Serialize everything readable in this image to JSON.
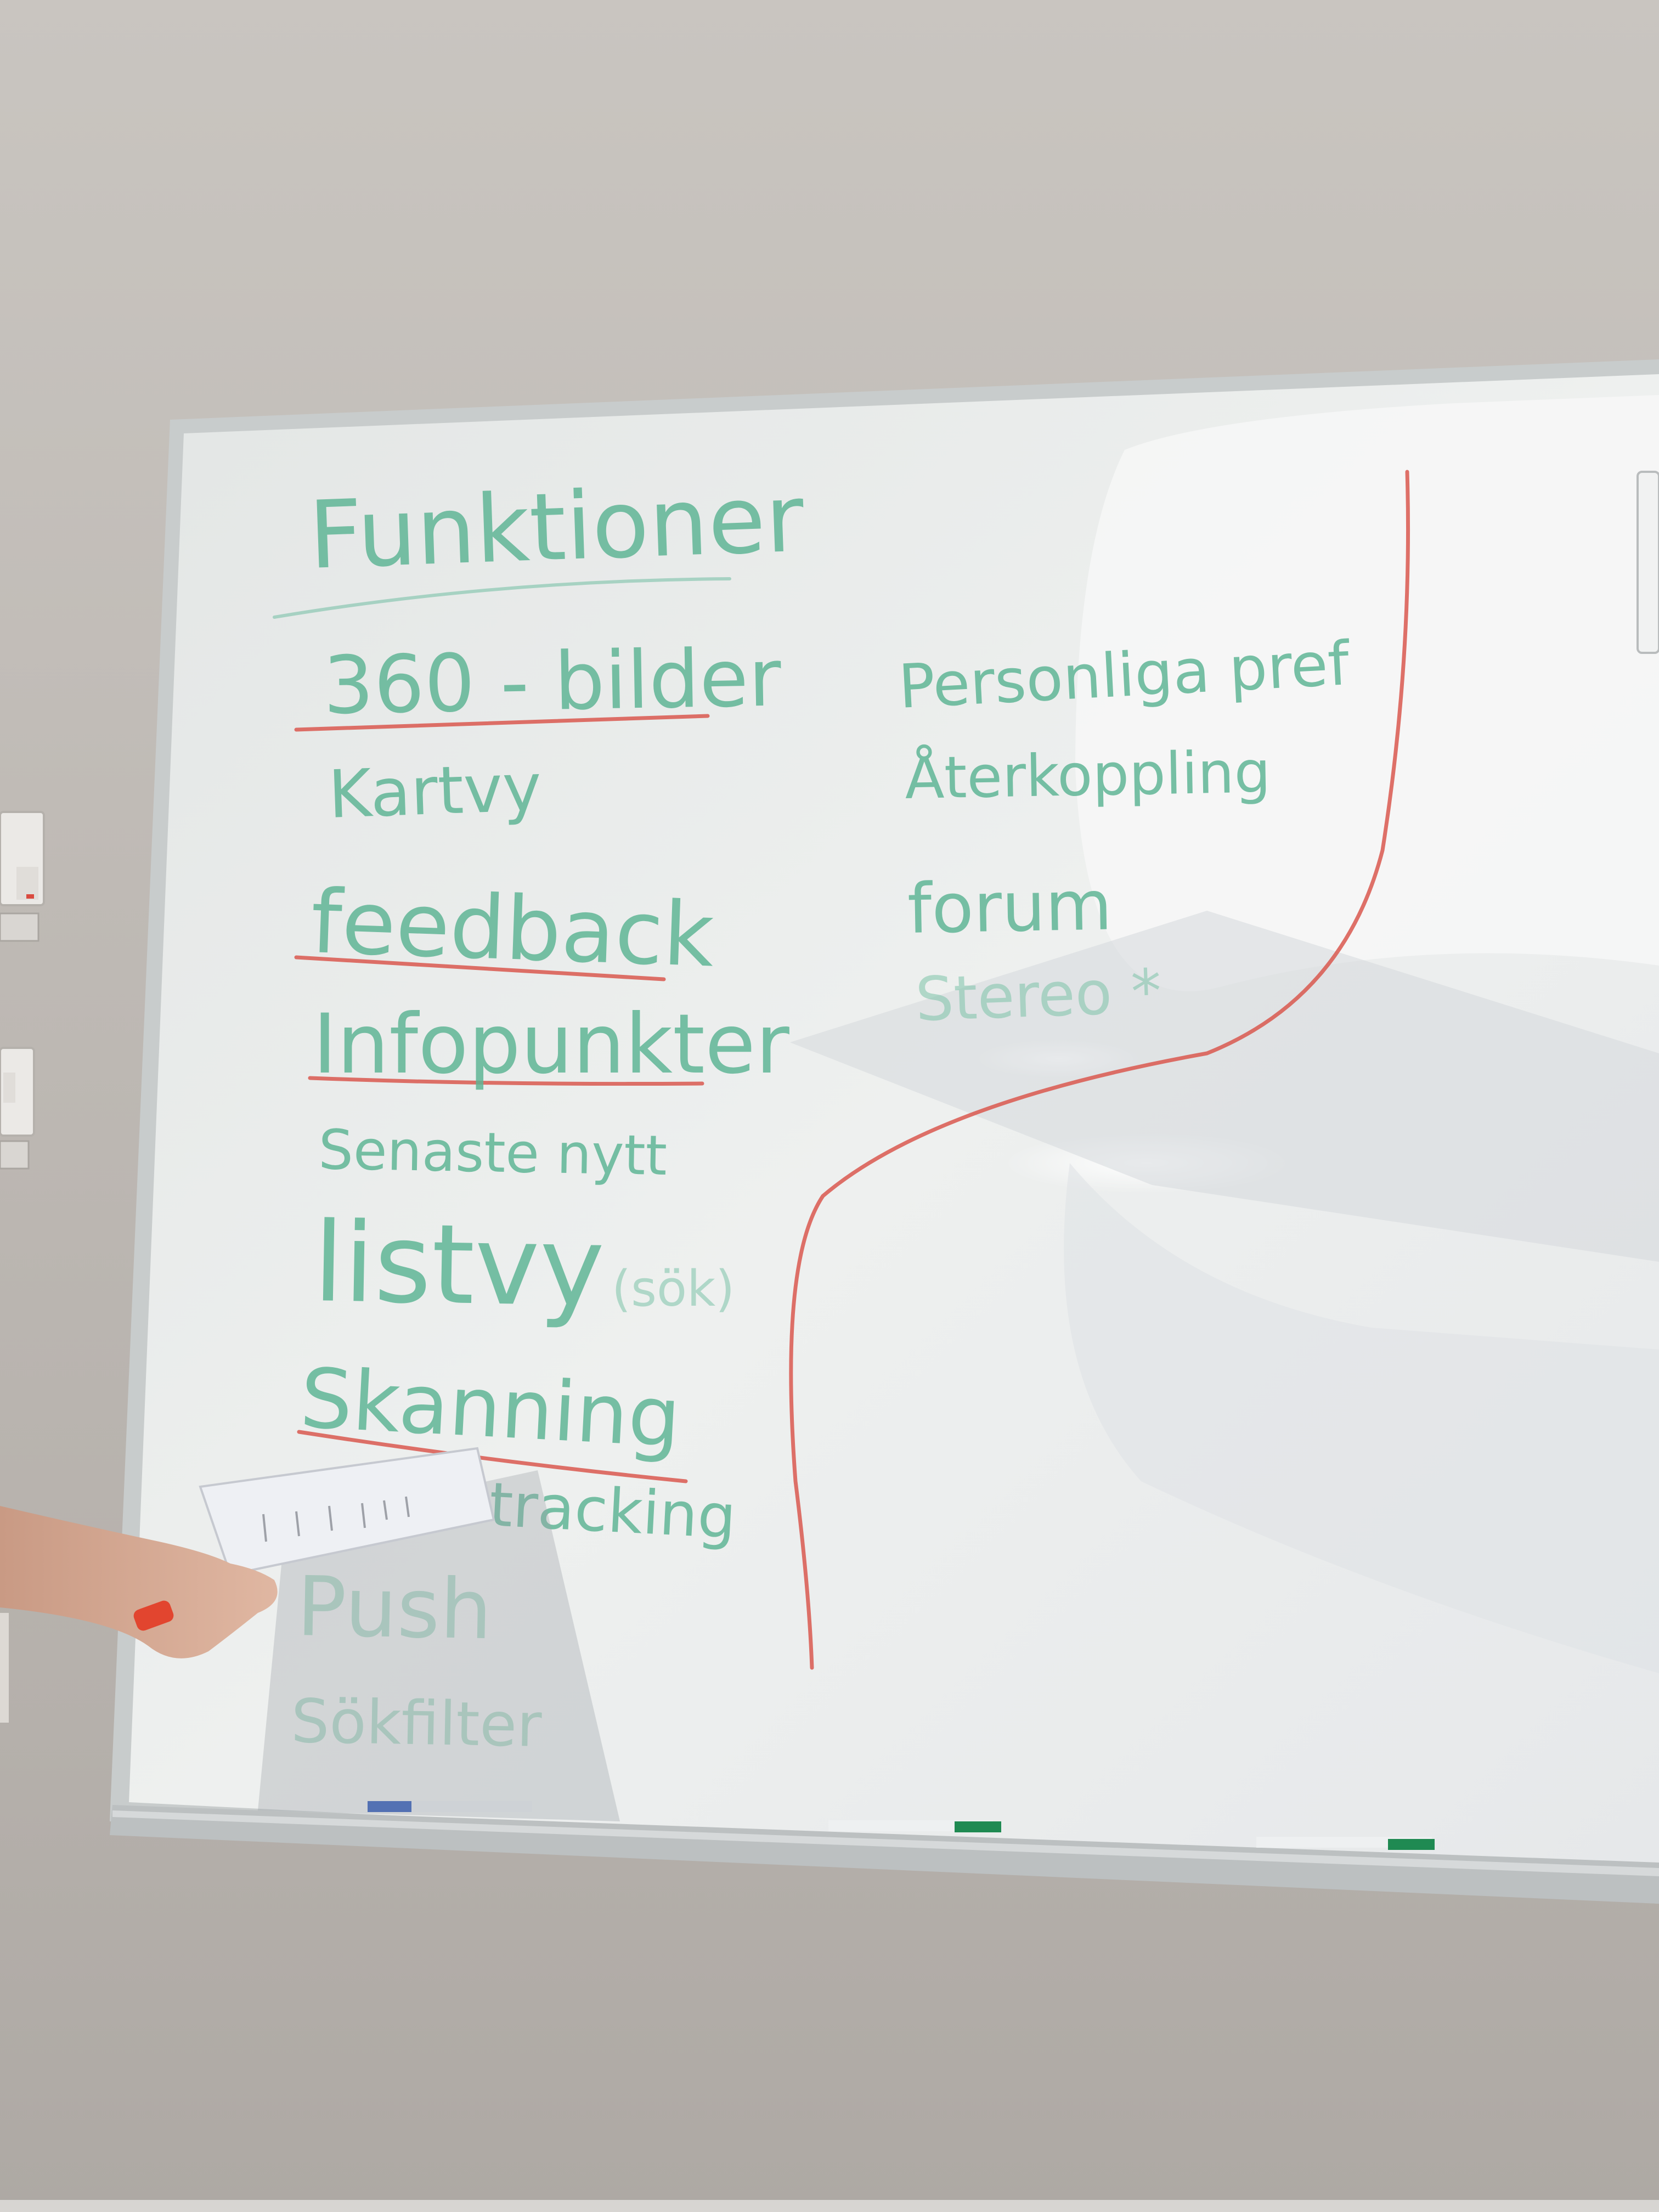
{
  "colors": {
    "wall": "#c2bdb8",
    "board": "#eceeed",
    "frame": "#c8cccc",
    "marker_green": "#5fb595",
    "marker_red": "#d9584f",
    "tray_blue": "#2b57b8",
    "tray_green": "#1f8a52"
  },
  "whiteboard": {
    "heading": "Funktioner",
    "left_column": [
      "360 - bilder",
      "Kartvy",
      "feedback",
      "Infopunkter",
      "Senaste nytt",
      "listvy",
      "(sök)",
      "Skanning",
      "tracking",
      "Push",
      "Sökfilter"
    ],
    "right_column": [
      "Personliga pref",
      "Återkoppling",
      "forum",
      "Stereo *"
    ]
  },
  "objects": {
    "hand": "hand-holding-paper-and-red-marker",
    "wall_switches": [
      "light-switch-icon",
      "light-switch-icon"
    ]
  }
}
